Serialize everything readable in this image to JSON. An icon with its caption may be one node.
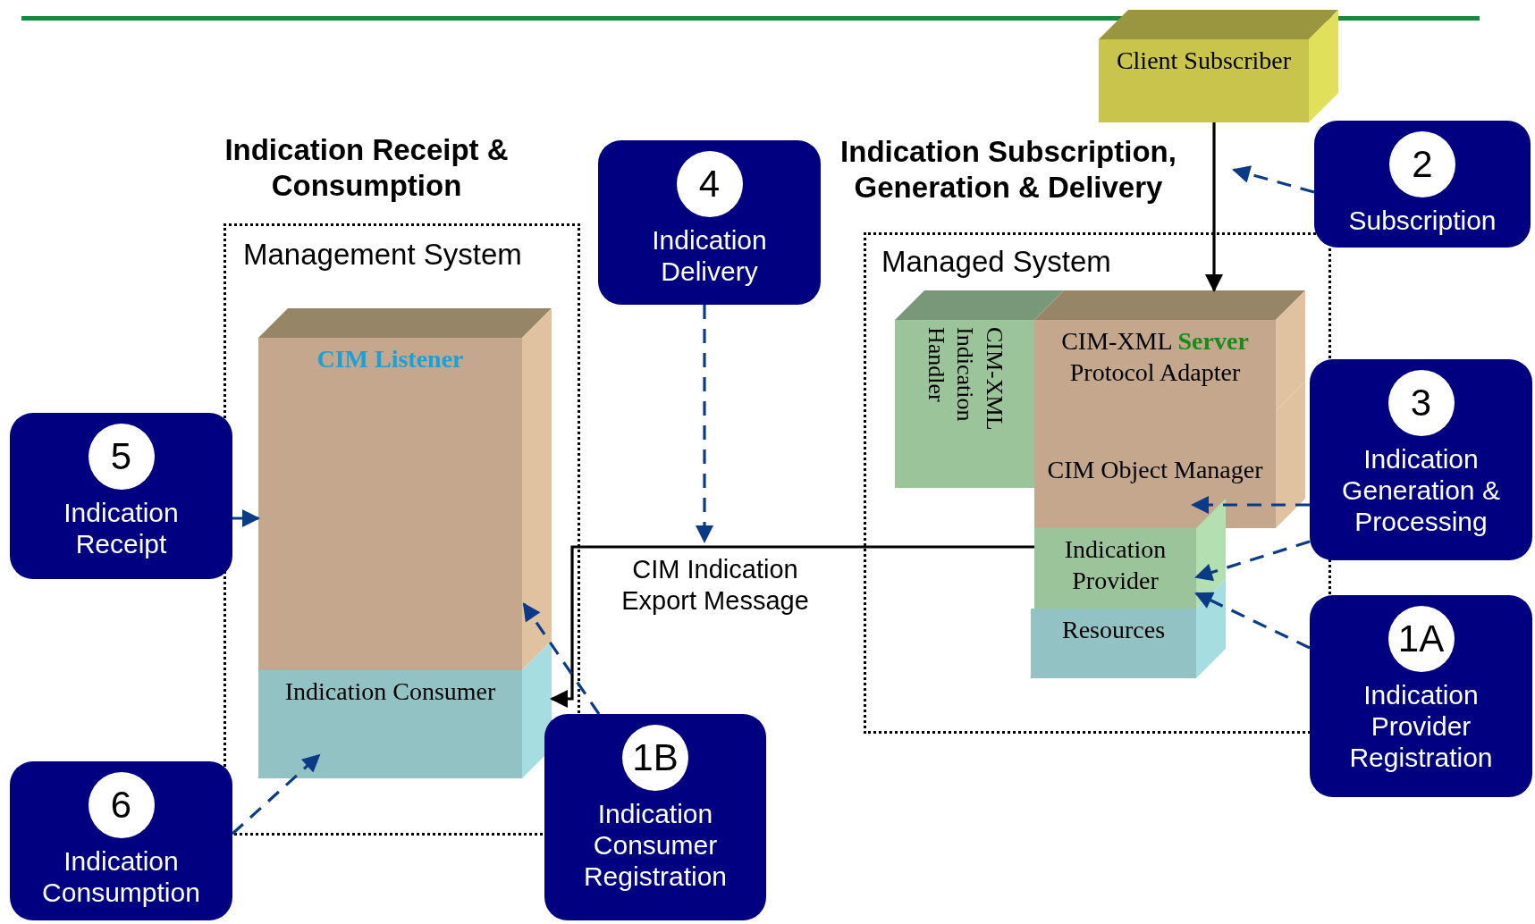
{
  "diagram": {
    "nodes": [
      {
        "text": [
          "Indication Receipt & Consumption",
          "Management System"
        ]
      },
      {
        "text": [
          "CIM Listener"
        ],
        "in": 0
      },
      {
        "text": [
          "Indication Consumer"
        ],
        "in": 0
      },
      {
        "text": [
          "Indication Subscription, Generation & Delivery",
          "Managed System"
        ]
      },
      {
        "text": [
          "CIM-XML Indication Handler"
        ],
        "in": 3
      },
      {
        "text": [
          "CIM-XML **Server** Protocol Adapter"
        ],
        "in": 3
      },
      {
        "text": [
          "CIM Object Manager"
        ],
        "in": 3
      },
      {
        "text": [
          "Indication Provider"
        ],
        "in": 3
      },
      {
        "text": [
          "Resources"
        ],
        "in": 3
      },
      {
        "text": [
          "Client Subscriber"
        ]
      },
      {
        "text": [
          "5",
          "Indication Receipt"
        ]
      },
      {
        "text": [
          "6",
          "Indication Consumption"
        ]
      },
      {
        "text": [
          "4",
          "Indication Delivery"
        ]
      },
      {
        "text": [
          "1B",
          "Indication Consumer Registration"
        ]
      },
      {
        "text": [
          "2",
          "Subscription"
        ]
      },
      {
        "text": [
          "3",
          "Indication Generation & Processing"
        ]
      },
      {
        "text": [
          "1A",
          "Indication Provider Registration"
        ]
      }
    ],
    "edges": [
      {
        "from": 9,
        "to": 5,
        "arrow": "to",
        "color": "#000000"
      },
      {
        "from": 14,
        "to": null,
        "arrow": "to",
        "style": "dashed"
      },
      {
        "from": 15,
        "to": 6,
        "arrow": "to",
        "style": "dashed"
      },
      {
        "from": 15,
        "to": 7,
        "arrow": "to",
        "style": "dashed"
      },
      {
        "from": 16,
        "to": 7,
        "arrow": "to",
        "style": "dashed"
      },
      {
        "from": 7,
        "to": 2,
        "arrow": "to",
        "label": "CIM Indication Export Message",
        "color": "#000000"
      },
      {
        "from": 12,
        "to": null,
        "arrow": "to",
        "style": "dashed"
      },
      {
        "from": 10,
        "to": 1,
        "arrow": "to",
        "style": "dashed"
      },
      {
        "from": 11,
        "to": 2,
        "arrow": "to",
        "style": "dashed"
      },
      {
        "from": 13,
        "to": 1,
        "arrow": "to",
        "style": "dashed"
      }
    ]
  }
}
